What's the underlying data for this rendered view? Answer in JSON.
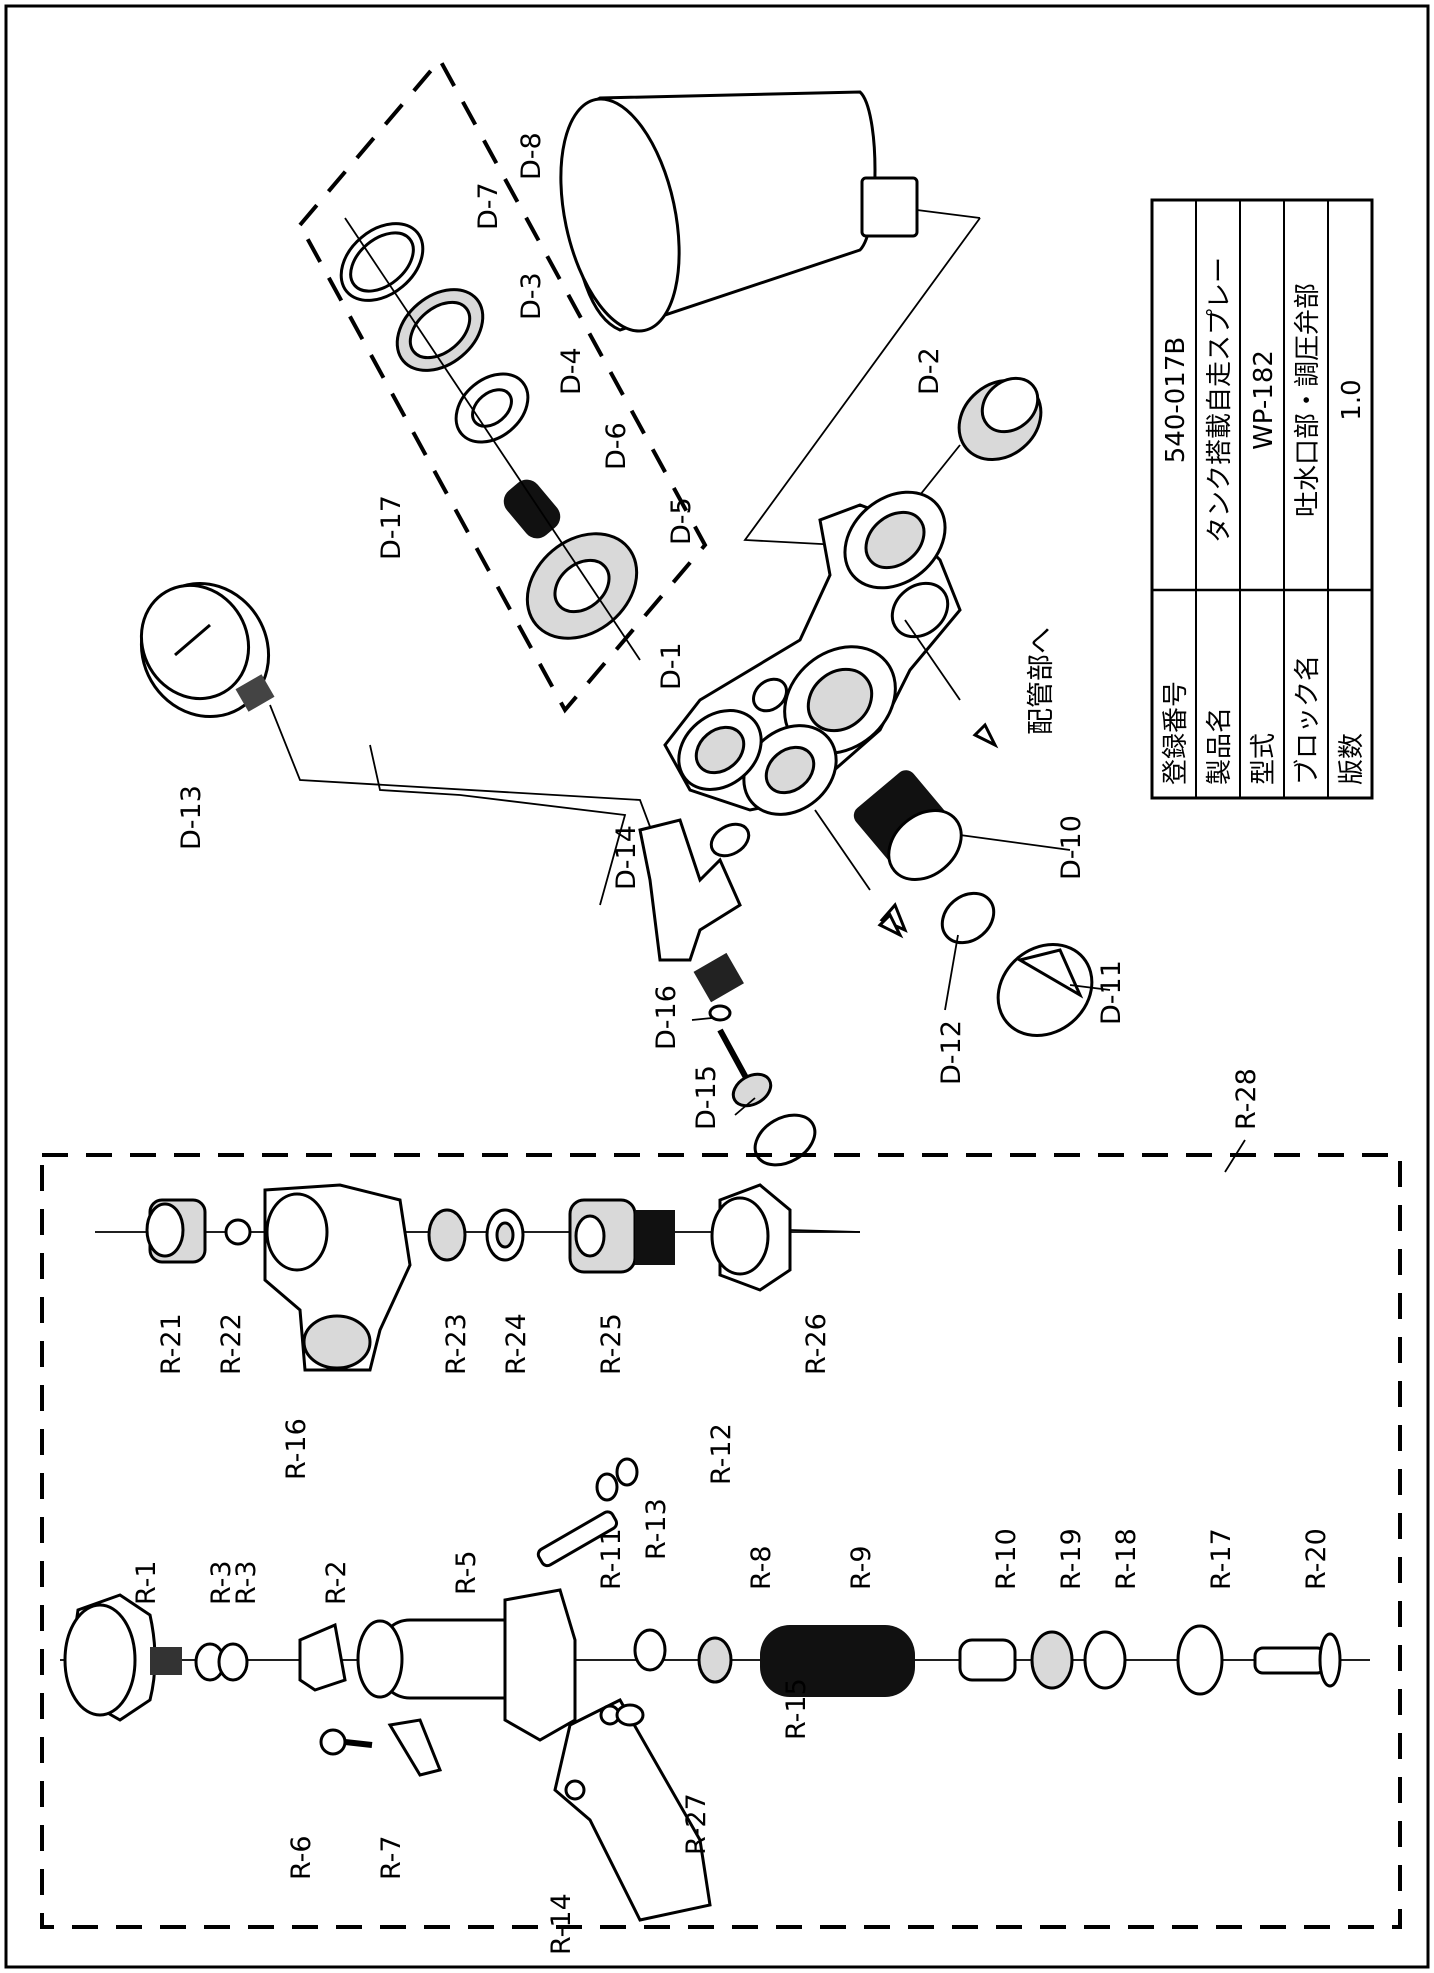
{
  "title_block": {
    "rows": [
      {
        "header": "登録番号",
        "value": "540-017B"
      },
      {
        "header": "製品名",
        "value": "タンク搭載自走スプレー"
      },
      {
        "header": "型式",
        "value": "WP-182"
      },
      {
        "header": "ブロック名",
        "value": "吐水口部・調圧弁部"
      },
      {
        "header": "版数",
        "value": "1.0"
      }
    ]
  },
  "annotation": "配管部へ",
  "parts": {
    "D1": "D-1",
    "D2": "D-2",
    "D3": "D-3",
    "D4": "D-4",
    "D5": "D-5",
    "D6": "D-6",
    "D7": "D-7",
    "D8": "D-8",
    "D10": "D-10",
    "D11": "D-11",
    "D12": "D-12",
    "D13": "D-13",
    "D14": "D-14",
    "D15": "D-15",
    "D16": "D-16",
    "D17": "D-17",
    "R1": "R-1",
    "R2": "R-2",
    "R3a": "R-3",
    "R3b": "R-3",
    "R5": "R-5",
    "R6": "R-6",
    "R7": "R-7",
    "R8": "R-8",
    "R9": "R-9",
    "R10": "R-10",
    "R11": "R-11",
    "R12": "R-12",
    "R13": "R-13",
    "R14": "R-14",
    "R15": "R-15",
    "R16": "R-16",
    "R17": "R-17",
    "R18": "R-18",
    "R19": "R-19",
    "R20": "R-20",
    "R21": "R-21",
    "R22": "R-22",
    "R23": "R-23",
    "R24": "R-24",
    "R25": "R-25",
    "R26": "R-26",
    "R27": "R-27",
    "R28": "R-28"
  }
}
